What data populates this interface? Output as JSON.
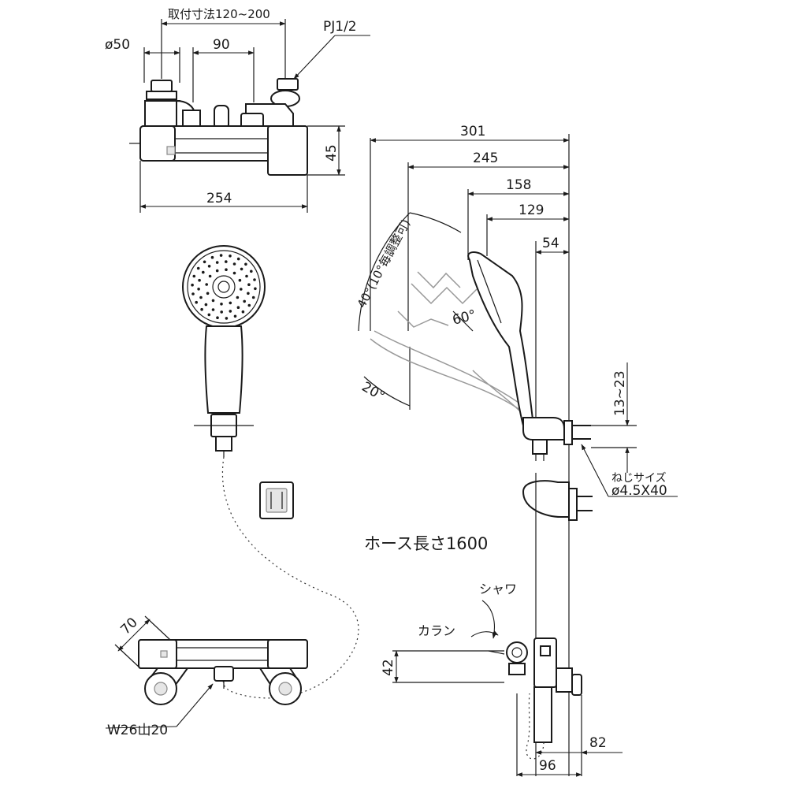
{
  "colors": {
    "line": "#1a1a1a",
    "fill": "#ffffff",
    "shade": "#e6e6e6"
  },
  "top_view": {
    "mount_range": "取付寸法120~200",
    "diameter": "ø50",
    "center_spacing": "90",
    "inlet_thread": "PJ1/2",
    "height": "45",
    "total_width": "254"
  },
  "side_view": {
    "dim_301": "301",
    "dim_245": "245",
    "dim_158": "158",
    "dim_129": "129",
    "dim_54": "54",
    "angle_range": "40°(10°毎調整可)",
    "angle_60": "60°",
    "angle_20": "20°",
    "bracket_offset": "13~23",
    "screw_size_label": "ねじサイズ",
    "screw_size": "ø4.5X40"
  },
  "hose_length": "ホース長さ1600",
  "front_view": {
    "shower_label": "シャワ",
    "spout_label": "カラン",
    "dim_42": "42",
    "dim_82": "82",
    "dim_96": "96"
  },
  "bottom_view": {
    "depth": "70",
    "thread": "W26山20"
  }
}
